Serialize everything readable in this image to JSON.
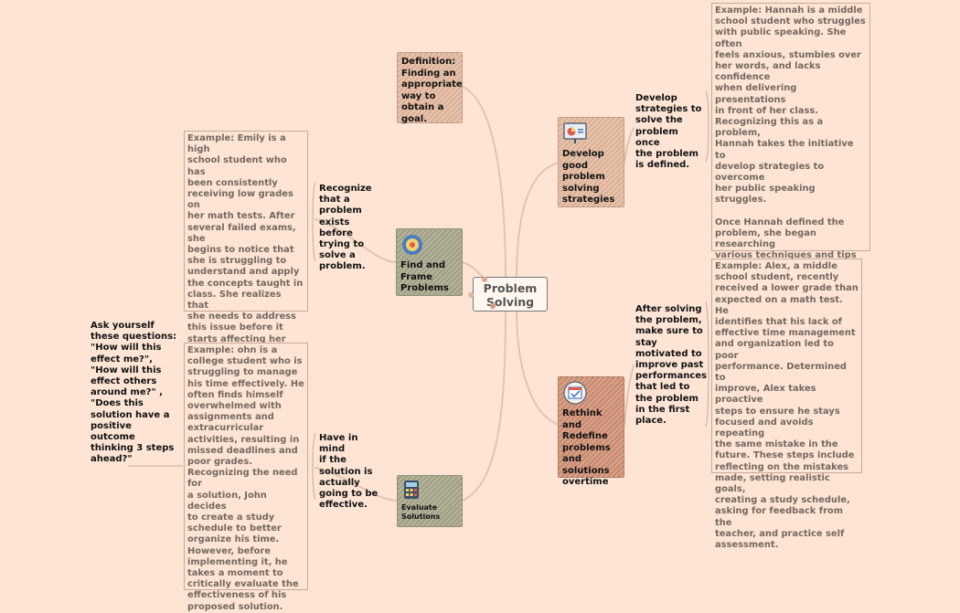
{
  "center": {
    "title": "Problem\nSolving"
  },
  "definition": {
    "text": "Definition:\nFinding an\nappropriate\nway to\nobtain a\ngoal."
  },
  "left": [
    {
      "node": "Find and\nFrame\nProblems",
      "label": "Recognize\nthat a\nproblem\nexists before\ntrying to\nsolve a\nproblem.",
      "example": "Example: Emily is a high\nschool student who has\nbeen consistently\nreceiving low grades on\nher math tests. After\nseveral failed exams, she\nbegins to notice that\nshe is struggling to\nunderstand and apply\nthe concepts taught in\nclass. She realizes that\nshe needs to address\nthis issue before it\nstarts affecting her\noverall academic\nperformance."
    },
    {
      "node": "Evaluate\nSolutions",
      "label": "Have in mind\nif the\nsolution is\nactually\ngoing to be\neffective.",
      "example": "Example: ohn is a\ncollege student who is\nstruggling to manage\nhis time effectively. He\noften finds himself\noverwhelmed with\nassignments and\nextracurricular\nactivities, resulting in\nmissed deadlines and\npoor grades.\nRecognizing the need for\na solution, John decides\nto create a study\nschedule to better\norganize his time.\nHowever, before\nimplementing it, he\ntakes a moment to\ncritically evaluate the\neffectiveness of his\nproposed solution.",
      "questions": "Ask yourself\nthese questions:\n\"How will this\neffect me?\",\n\"How will this\neffect others\naround me?\" ,\n\"Does this\nsolution have a\npositive\noutcome\nthinking 3 steps\nahead?\""
    }
  ],
  "right": [
    {
      "node": "Develop\ngood\nproblem\nsolving\nstrategies",
      "label": "Develop\nstrategies to\nsolve the\nproblem once\nthe problem\nis defined.",
      "example": "Example: Hannah is a middle\nschool student who struggles\nwith public speaking. She often\nfeels anxious, stumbles over\nher words, and lacks confidence\nwhen delivering presentations\nin front of her class.\nRecognizing this as a problem,\nHannah takes the initiative to\ndevelop strategies to overcome\nher public speaking struggles.\n\nOnce Hannah defined the\nproblem, she began  researching\nvarious techniques and tips for\nimproving public speaking\nskills. She read books, watched\nonline tutorials, and attended\nworkshops to gain a deeper\nunderstanding of effective\ncommunication."
    },
    {
      "node": "Rethink and\nRedefine\nproblems\nand\nsolutions\novertime",
      "label": "After solving\nthe problem,\nmake sure to\nstay\nmotivated to\nimprove past\nperformances\n that led to\nthe problem\nin the first\nplace.",
      "example": "Example: Alex, a middle\nschool student, recently\nreceived a lower grade than\nexpected on a math test. He\nidentifies that his lack of\neffective time management\nand organization led to poor\nperformance. Determined to\nimprove, Alex takes proactive\nsteps to ensure he stays\nfocused and avoids repeating\nthe same mistake in the\nfuture. These steps include\nreflecting on the mistakes\nmade, setting realistic goals,\ncreating a study schedule,\nasking for feedback from the\nteacher, and practice self\nassessment."
    }
  ],
  "icons": [
    "target-icon",
    "presentation-icon",
    "calendar-icon",
    "calculator-icon"
  ],
  "colors": {
    "background": "#fde4d4",
    "tan": "#e3b79c",
    "olive": "#a6a488",
    "brown": "#cf8f73",
    "connector": "#e2c4b2"
  }
}
